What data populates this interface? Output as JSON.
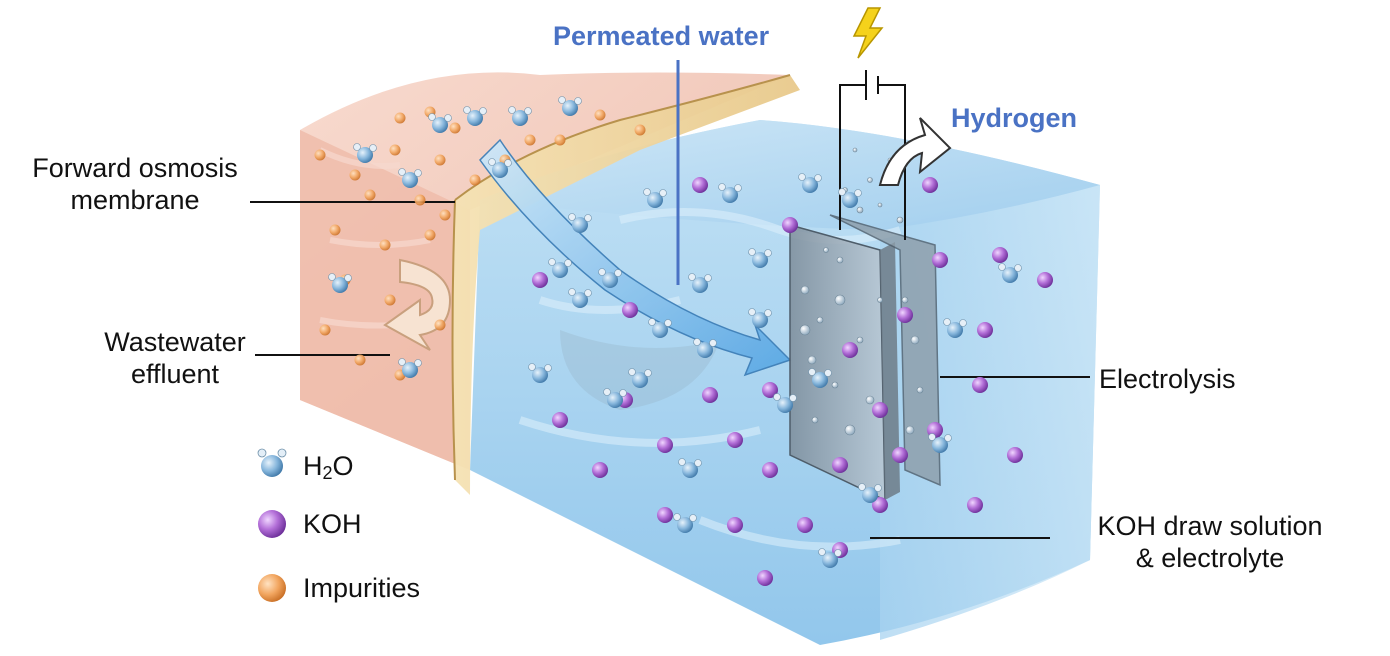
{
  "labels": {
    "permeated_water": "Permeated water",
    "hydrogen": "Hydrogen",
    "fo_membrane_line1": "Forward osmosis",
    "fo_membrane_line2": "membrane",
    "wastewater_line1": "Wastewater",
    "wastewater_line2": "effluent",
    "electrolysis": "Electrolysis",
    "koh_line1": "KOH draw solution",
    "koh_line2": "& electrolyte"
  },
  "legend": {
    "water_main": "H",
    "water_sub": "2",
    "water_tail": "O",
    "koh": "KOH",
    "impurities": "Impurities"
  },
  "colors": {
    "label_blue": "#4a72c4",
    "koh_purple": "#9b59c6",
    "water_blue": "#7fb2dc",
    "impurity_orange": "#f0a35a",
    "wastewater_pink": "#f2c2b2",
    "draw_blue": "#8ec6ea",
    "membrane_tan": "#f0d9a6"
  },
  "icons": {
    "power": "lightning-bolt-icon",
    "battery": "battery-icon"
  }
}
